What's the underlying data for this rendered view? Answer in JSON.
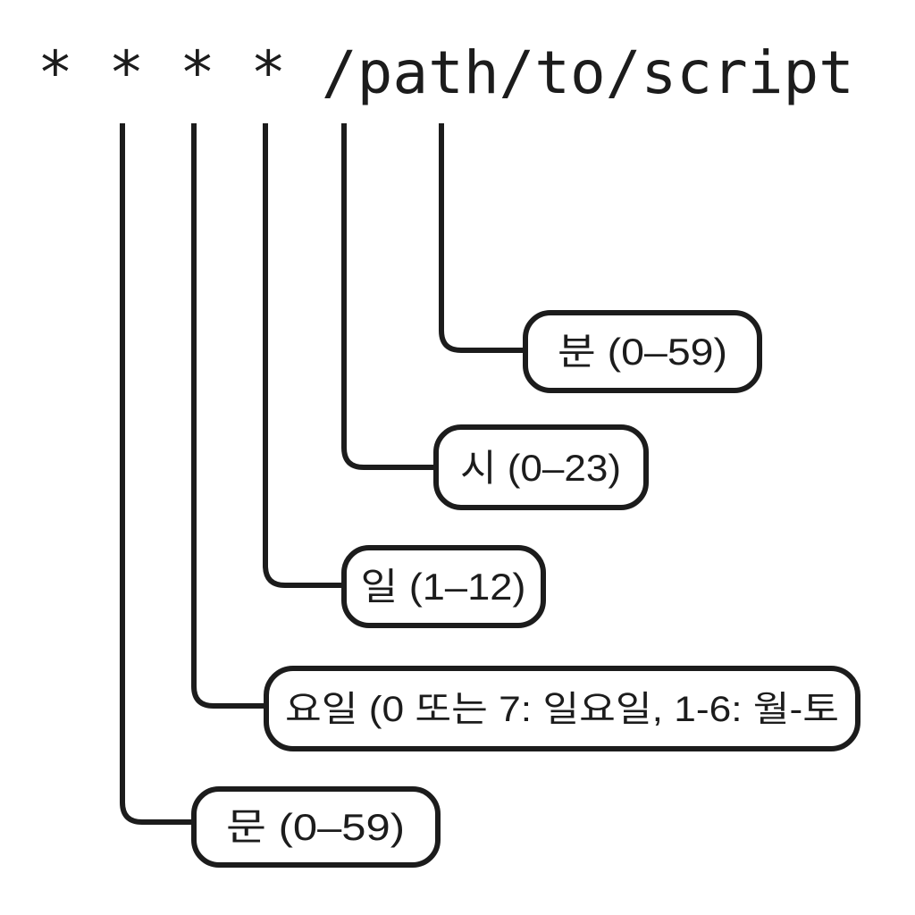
{
  "diagram": {
    "cron_expression": "* * * * /path/to/script",
    "fields": [
      {
        "name": "minute",
        "label": "분 (0–59)"
      },
      {
        "name": "hour",
        "label": "시 (0–23)"
      },
      {
        "name": "day",
        "label": "일 (1–12)"
      },
      {
        "name": "day_of_week",
        "label": "요일 (0 또는 7: 일요일, 1-6: 월-토"
      },
      {
        "name": "minute_bottom",
        "label": "문 (0–59)"
      }
    ],
    "colors": {
      "background": "#ffffff",
      "stroke": "#1c1c1c",
      "text": "#1c1c1c"
    }
  }
}
